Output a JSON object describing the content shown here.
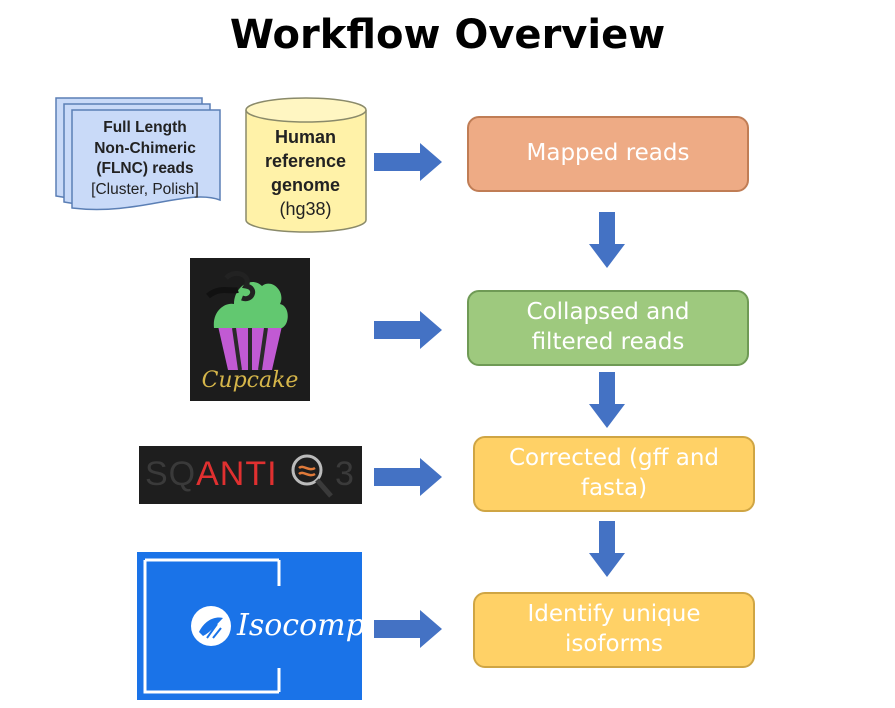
{
  "title": "Workflow Overview",
  "inputs": {
    "reads_doc": {
      "line1": "Full Length",
      "line2": "Non-Chimeric",
      "line3": "(FLNC) reads",
      "line4": "[Cluster, Polish]"
    },
    "genome_db": {
      "line1": "Human",
      "line2": "reference",
      "line3": "genome",
      "line4": "(hg38)"
    }
  },
  "tools": {
    "cupcake": "Cupcake",
    "sqanti": {
      "left": "SQ",
      "middle": "ANTI",
      "right": "3"
    },
    "isocomp": "Isocomp"
  },
  "steps": [
    {
      "line1": "Mapped reads",
      "line2": "",
      "color": "#eeab85",
      "border": "#c07d55"
    },
    {
      "line1": "Collapsed and",
      "line2": "filtered reads",
      "color": "#9ec97e",
      "border": "#6f9a55"
    },
    {
      "line1": "Corrected (gff and",
      "line2": "fasta)",
      "color": "#ffd166",
      "border": "#cfa544"
    },
    {
      "line1": "Identify unique",
      "line2": "isoforms",
      "color": "#ffd166",
      "border": "#cfa544"
    }
  ],
  "colors": {
    "arrow": "#4472c4",
    "doc_fill": "#c9daf8",
    "cylinder_fill": "#fff2a8",
    "isocomp_bg": "#1a73e8"
  }
}
